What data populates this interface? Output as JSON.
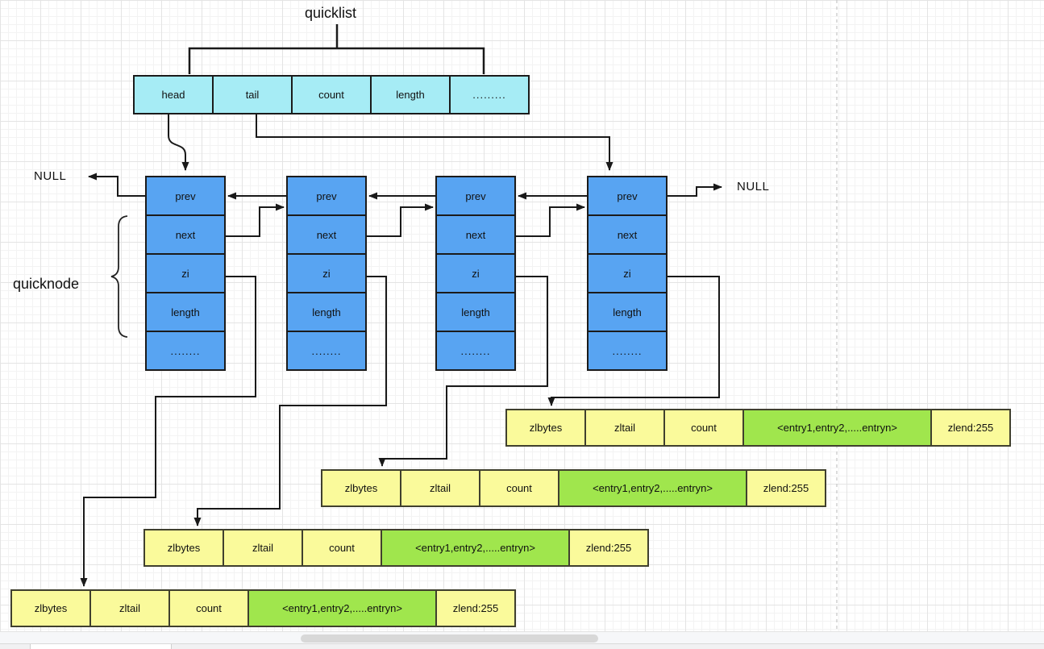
{
  "labels": {
    "quicklist": "quicklist",
    "quicknode": "quicknode",
    "null_left": "NULL",
    "null_right": "NULL"
  },
  "quicklist_header": {
    "cells": [
      "head",
      "tail",
      "count",
      "length",
      "........."
    ]
  },
  "quicknode_node": {
    "count": 4,
    "cells": [
      "prev",
      "next",
      "zi",
      "length",
      "........"
    ]
  },
  "ziplist": {
    "count": 4,
    "cells": [
      "zlbytes",
      "zltail",
      "count",
      "<entry1,entry2,.....entryn>",
      "zlend:255"
    ]
  },
  "colors": {
    "header_fill": "#a6ecf5",
    "node_fill": "#58a4f2",
    "ziplist_fill": "#fafa9b",
    "entry_fill": "#a0e64d",
    "connector": "#191919"
  }
}
